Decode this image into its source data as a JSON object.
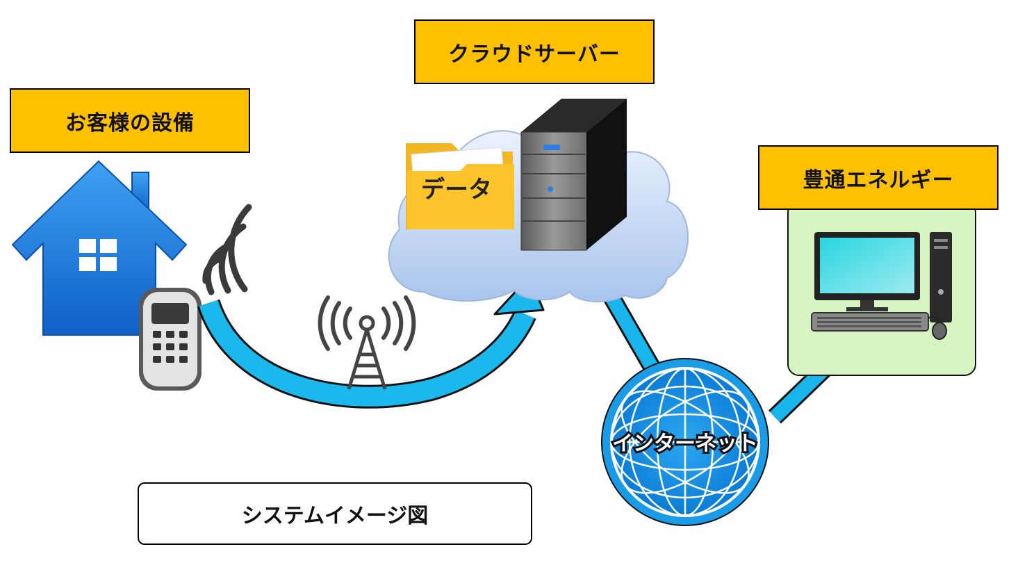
{
  "labels": {
    "customer_equipment": "お客様の設備",
    "cloud_server": "クラウドサーバー",
    "company": "豊通エネルギー",
    "data_folder": "データ",
    "internet": "インターネット",
    "caption": "システムイメージ図"
  },
  "icons": [
    "house-icon",
    "remote-control-icon",
    "wireless-waves-icon",
    "antenna-tower-icon",
    "cloud-icon",
    "folder-icon",
    "server-icon",
    "globe-icon",
    "desktop-computer-icon"
  ],
  "colors": {
    "label_fill": "#FFC000",
    "house_blue": "#1E7FE0",
    "arrow_cyan": "#1BB8EE",
    "link_cyan": "#18B6EC",
    "globe_blue": "#1A9BE8",
    "company_panel": "#D7F5C3"
  }
}
